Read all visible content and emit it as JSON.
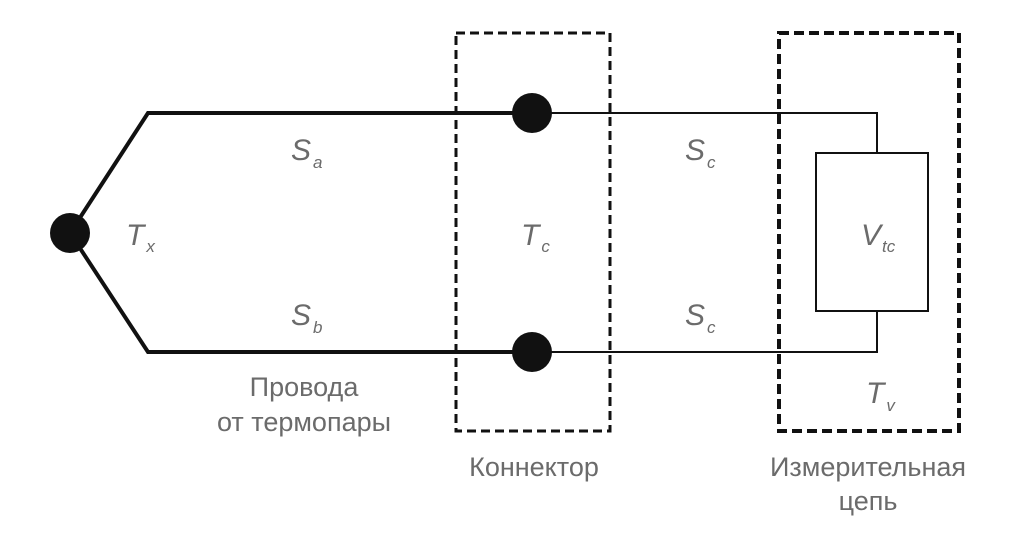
{
  "symbols": {
    "tx": {
      "main": "T",
      "sub": "x"
    },
    "sa": {
      "main": "S",
      "sub": "a"
    },
    "sb": {
      "main": "S",
      "sub": "b"
    },
    "tc": {
      "main": "T",
      "sub": "c"
    },
    "sc_top": {
      "main": "S",
      "sub": "c"
    },
    "sc_bottom": {
      "main": "S",
      "sub": "c"
    },
    "vtc": {
      "main": "V",
      "sub": "tc"
    },
    "tv": {
      "main": "T",
      "sub": "v"
    }
  },
  "captions": {
    "wires_line1": "Провода",
    "wires_line2": "от термопары",
    "connector": "Коннектор",
    "circuit_line1": "Измерительная",
    "circuit_line2": "цепь"
  },
  "colors": {
    "line": "#111111",
    "text": "#6b6b6b",
    "background": "#ffffff"
  }
}
